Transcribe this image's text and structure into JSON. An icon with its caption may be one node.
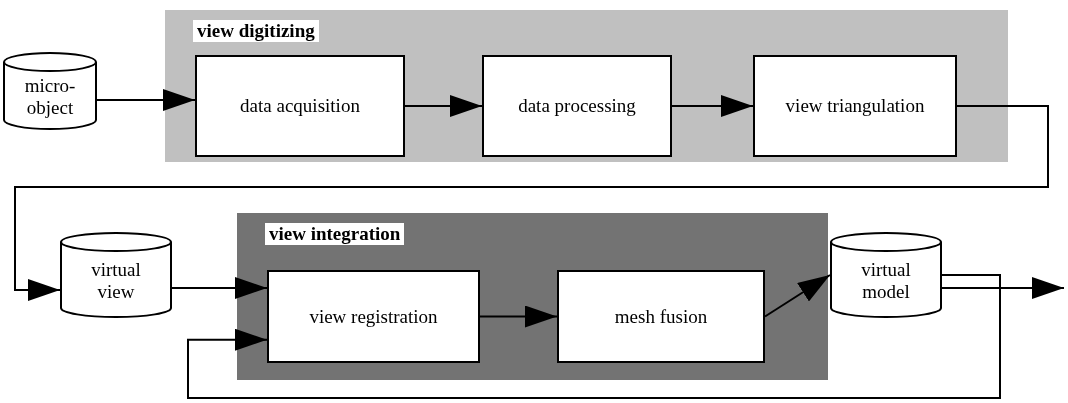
{
  "diagram": {
    "nodes": [
      {
        "text": [
          "view digitizing"
        ]
      },
      {
        "text": [
          "micro-object"
        ]
      },
      {
        "text": [
          "data acquisition"
        ],
        "in": 0
      },
      {
        "text": [
          "data processing"
        ],
        "in": 0
      },
      {
        "text": [
          "view triangulation"
        ],
        "in": 0
      },
      {
        "text": [
          "view integration"
        ]
      },
      {
        "text": [
          "virtual view"
        ]
      },
      {
        "text": [
          "view registration"
        ],
        "in": 5
      },
      {
        "text": [
          "mesh fusion"
        ],
        "in": 5
      },
      {
        "text": [
          "virtual model"
        ]
      }
    ],
    "edges": [
      {
        "from": 1,
        "to": 2,
        "arrow": "to"
      },
      {
        "from": 2,
        "to": 3,
        "arrow": "to"
      },
      {
        "from": 3,
        "to": 4,
        "arrow": "to"
      },
      {
        "from": 4,
        "to": 6,
        "arrow": "to"
      },
      {
        "from": 6,
        "to": 7,
        "arrow": "to"
      },
      {
        "from": 7,
        "to": 8,
        "arrow": "to"
      },
      {
        "from": 8,
        "to": 9,
        "arrow": "to"
      },
      {
        "from": 9,
        "to": null,
        "arrow": "to"
      },
      {
        "from": 9,
        "to": 7,
        "arrow": "to"
      }
    ]
  }
}
